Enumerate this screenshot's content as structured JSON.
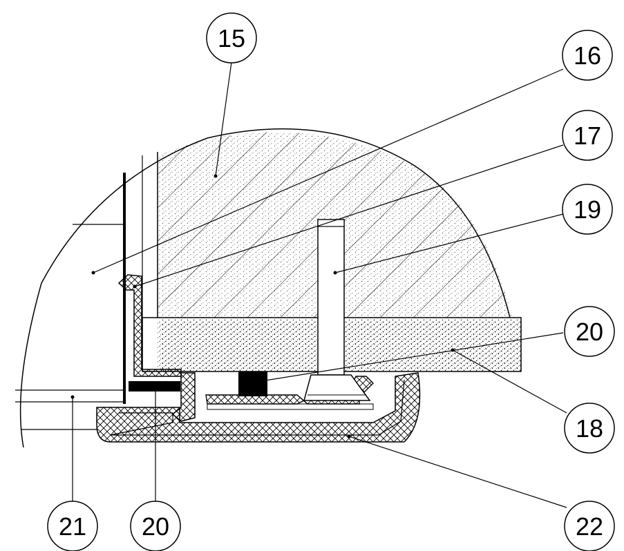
{
  "callouts": [
    {
      "id": "c15",
      "label": "15"
    },
    {
      "id": "c16",
      "label": "16"
    },
    {
      "id": "c17",
      "label": "17"
    },
    {
      "id": "c19",
      "label": "19"
    },
    {
      "id": "c20a",
      "label": "20"
    },
    {
      "id": "c18",
      "label": "18"
    },
    {
      "id": "c21",
      "label": "21"
    },
    {
      "id": "c20b",
      "label": "20"
    },
    {
      "id": "c22",
      "label": "22"
    }
  ],
  "colors": {
    "ink": "#000000",
    "paper": "#ffffff"
  }
}
